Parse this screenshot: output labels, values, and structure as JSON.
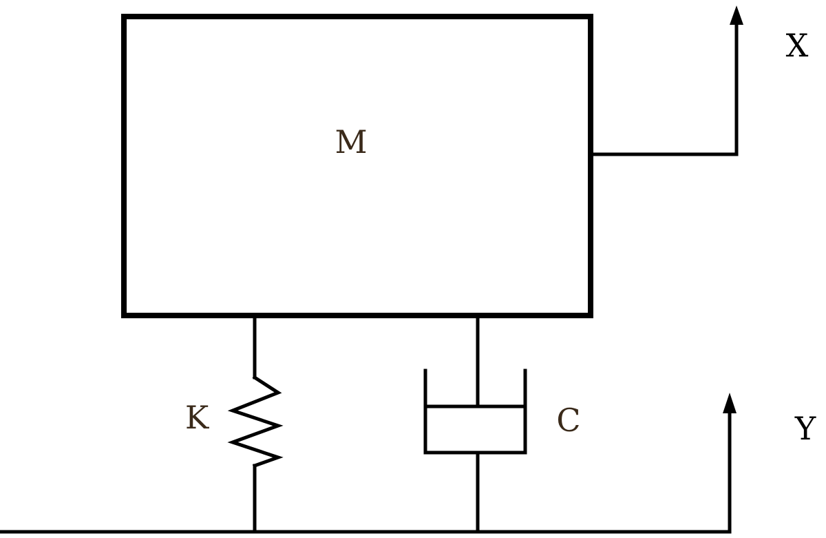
{
  "labels": {
    "mass": "M",
    "spring": "K",
    "damper": "C",
    "output_displacement": "X",
    "input_displacement": "Y"
  },
  "colors": {
    "line": "#000000",
    "mass_label": "#3a2a1a",
    "k_label": "#3a2a1a",
    "c_label": "#3a2a1a",
    "x_label": "#000000",
    "y_label": "#000000"
  }
}
